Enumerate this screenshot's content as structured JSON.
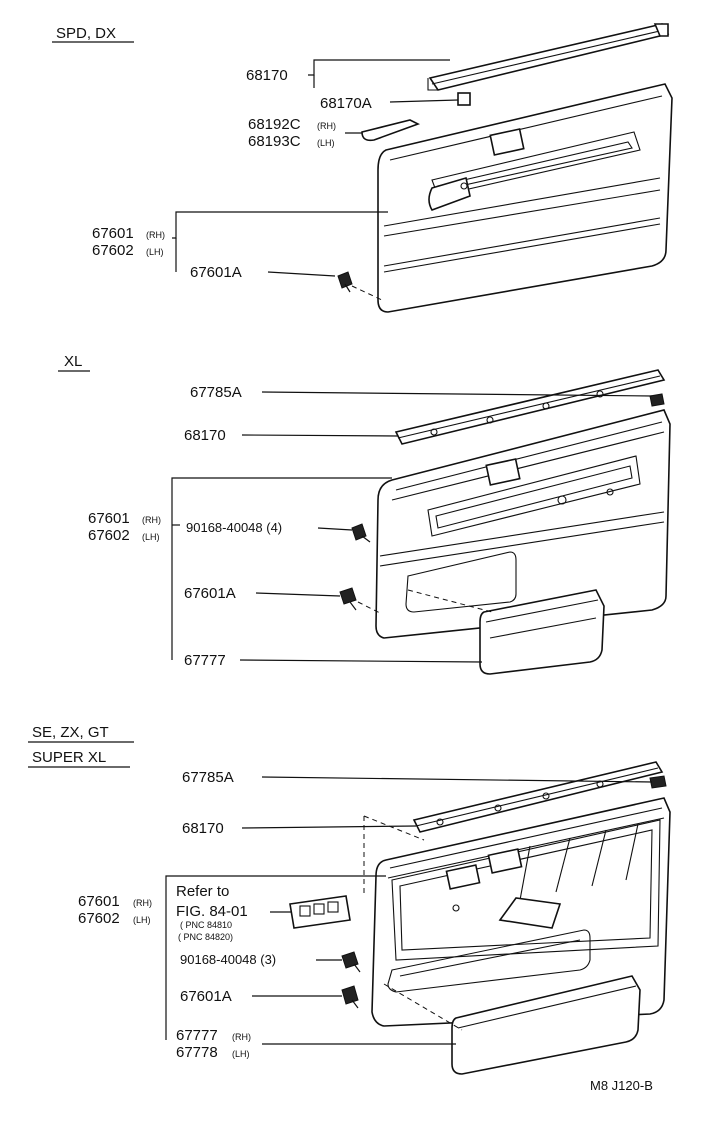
{
  "sections": {
    "s1": "SPD, DX",
    "s2": "XL",
    "s3a": "SE, ZX, GT",
    "s3b": "SUPER XL"
  },
  "s1": {
    "p68170": "68170",
    "p68170A": "68170A",
    "p68192C": "68192C",
    "p68192C_side": "(RH)",
    "p68193C": "68193C",
    "p68193C_side": "(LH)",
    "p67601": "67601",
    "p67601_side": "(RH)",
    "p67602": "67602",
    "p67602_side": "(LH)",
    "p67601A": "67601A"
  },
  "s2": {
    "p67785A": "67785A",
    "p68170": "68170",
    "p67601": "67601",
    "p67601_side": "(RH)",
    "p67602": "67602",
    "p67602_side": "(LH)",
    "p90168": "90168-40048 (4)",
    "p67601A": "67601A",
    "p67777": "67777"
  },
  "s3": {
    "p67785A": "67785A",
    "p68170": "68170",
    "p67601": "67601",
    "p67601_side": "(RH)",
    "p67602": "67602",
    "p67602_side": "(LH)",
    "refer1": "Refer to",
    "refer2": "FIG. 84-01",
    "pnc1": "( PNC 84810",
    "pnc2": "( PNC 84820)",
    "p90168": "90168-40048 (3)",
    "p67601A": "67601A",
    "p67777": "67777",
    "p67777_side": "(RH)",
    "p67778": "67778",
    "p67778_side": "(LH)"
  },
  "footer": {
    "code": "M8 J120-B"
  }
}
